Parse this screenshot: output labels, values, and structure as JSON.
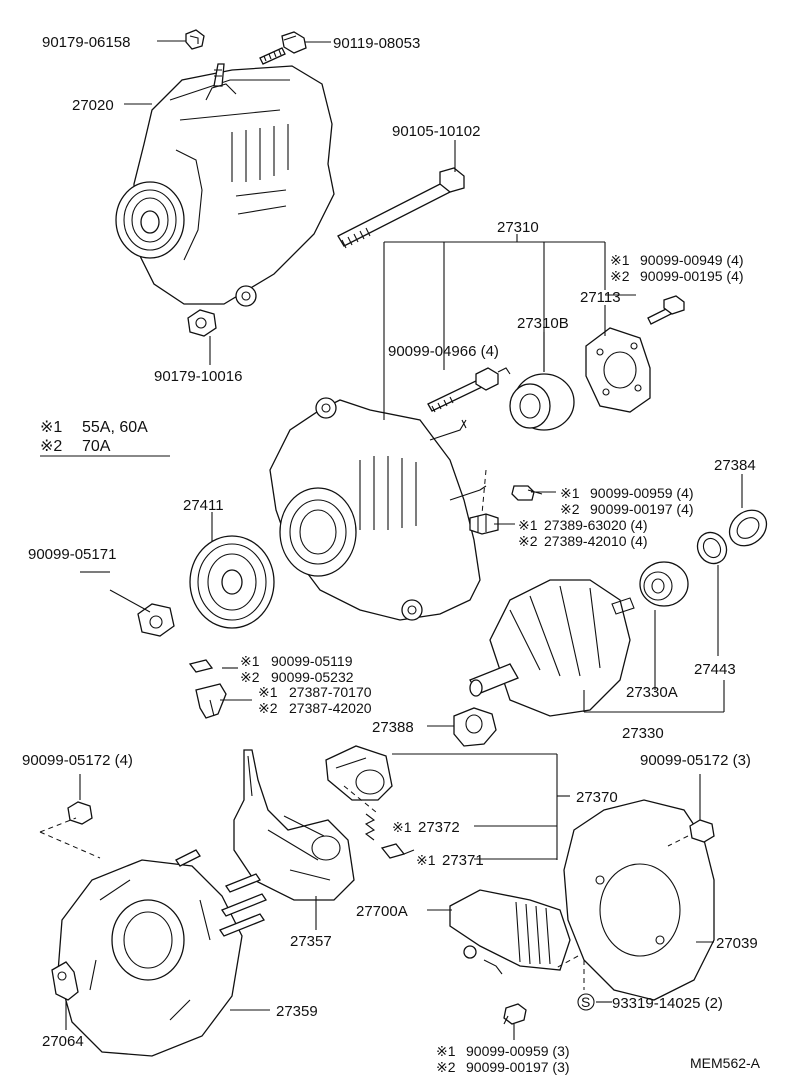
{
  "legend": {
    "n1_mark": "※1",
    "n1_text": "55A, 60A",
    "n2_mark": "※2",
    "n2_text": "70A"
  },
  "parts": {
    "p90179_06158": "90179-06158",
    "p90119_08053": "90119-08053",
    "p27020": "27020",
    "p90105_10102": "90105-10102",
    "p27310": "27310",
    "p90099_00949_n1": "※1",
    "p90099_00949": "90099-00949 (4)",
    "p90099_00195_n2": "※2",
    "p90099_00195": "90099-00195 (4)",
    "p27113": "27113",
    "p27310B": "27310B",
    "p90099_04966": "90099-04966 (4)",
    "p90179_10016": "90179-10016",
    "p90099_00959a_n1": "※1",
    "p90099_00959a": "90099-00959 (4)",
    "p90099_00197a_n2": "※2",
    "p90099_00197a": "90099-00197 (4)",
    "p27384": "27384",
    "p27389_63020_n1": "※1",
    "p27389_63020": "27389-63020 (4)",
    "p27389_42010_n2": "※2",
    "p27389_42010": "27389-42010 (4)",
    "p27411": "27411",
    "p90099_05171": "90099-05171",
    "p27443": "27443",
    "p90099_05119_n1": "※1",
    "p90099_05119": "90099-05119",
    "p90099_05232_n2": "※2",
    "p90099_05232": "90099-05232",
    "p27387_70170_n1": "※1",
    "p27387_70170": "27387-70170",
    "p27387_42020_n2": "※2",
    "p27387_42020": "27387-42020",
    "p27330A": "27330A",
    "p27388": "27388",
    "p27330": "27330",
    "p90099_05172_4": "90099-05172 (4)",
    "p90099_05172_3": "90099-05172 (3)",
    "p27370": "27370",
    "p27372_n1": "※1",
    "p27372": "27372",
    "p27371_n1": "※1",
    "p27371": "27371",
    "p27700A": "27700A",
    "p27039": "27039",
    "p27357": "27357",
    "p93319_mark": "S",
    "p93319_14025": "93319-14025 (2)",
    "p27064": "27064",
    "p27359": "27359",
    "p90099_00959b_n1": "※1",
    "p90099_00959b": "90099-00959 (3)",
    "p90099_00197b_n2": "※2",
    "p90099_00197b": "90099-00197 (3)"
  },
  "footer": {
    "code": "MEM562-A"
  }
}
